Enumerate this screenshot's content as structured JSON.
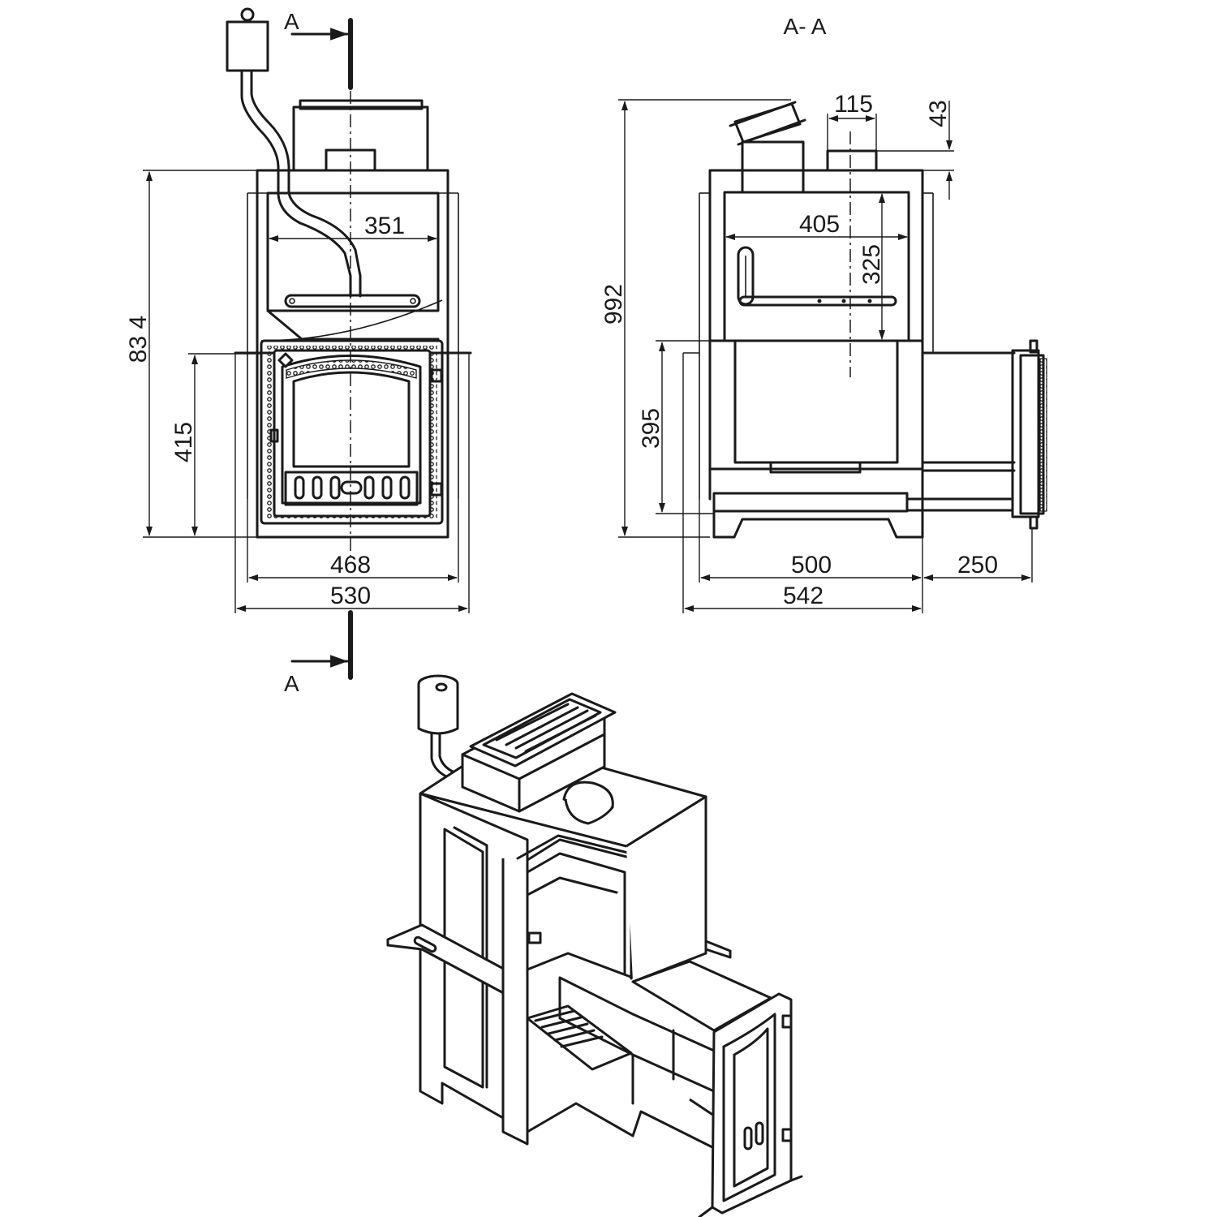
{
  "section": {
    "marker": "A",
    "title": "A- A"
  },
  "front_view": {
    "dims": {
      "d834": "83 4",
      "d415": "415",
      "d351": "351",
      "d468": "468",
      "d530": "530"
    }
  },
  "side_view": {
    "dims": {
      "d992": "992",
      "d395": "395",
      "d405": "405",
      "d325": "325",
      "d115": "115",
      "d43": "43",
      "d500": "500",
      "d250": "250",
      "d542": "542"
    }
  },
  "iso_view": {}
}
